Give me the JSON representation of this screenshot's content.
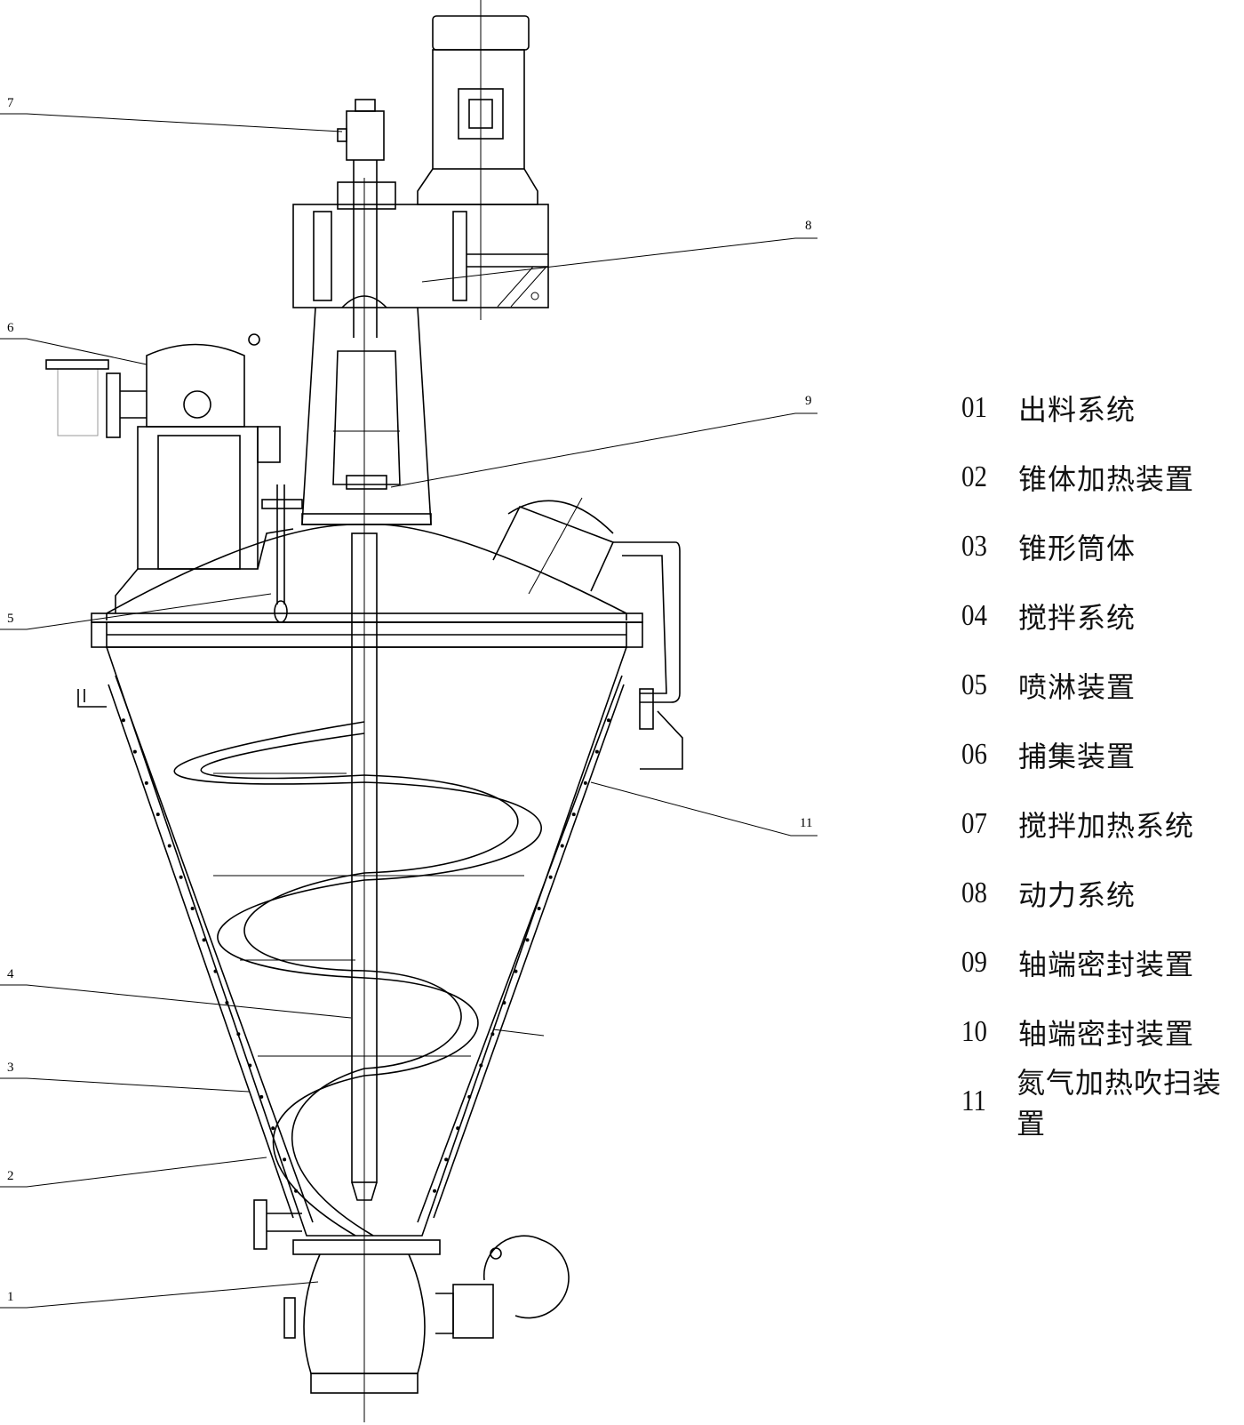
{
  "callouts": [
    "1",
    "2",
    "3",
    "4",
    "5",
    "6",
    "7",
    "8",
    "9",
    "11"
  ],
  "legend": [
    {
      "num": "01",
      "label": "出料系统"
    },
    {
      "num": "02",
      "label": "锥体加热装置"
    },
    {
      "num": "03",
      "label": "锥形筒体"
    },
    {
      "num": "04",
      "label": "搅拌系统"
    },
    {
      "num": "05",
      "label": "喷淋装置"
    },
    {
      "num": "06",
      "label": "捕集装置"
    },
    {
      "num": "07",
      "label": "搅拌加热系统"
    },
    {
      "num": "08",
      "label": "动力系统"
    },
    {
      "num": "09",
      "label": "轴端密封装置"
    },
    {
      "num": "10",
      "label": "轴端密封装置"
    },
    {
      "num": "11",
      "label": "氮气加热吹扫装置"
    }
  ]
}
